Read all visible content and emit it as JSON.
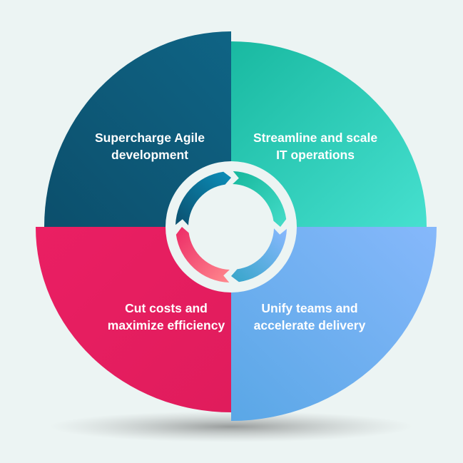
{
  "quadrants": [
    {
      "id": "top-left",
      "label": "Supercharge Agile development",
      "line1": "Supercharge Agile",
      "line2": "development",
      "color": "#0e5877"
    },
    {
      "id": "top-right",
      "label": "Streamline and scale IT operations",
      "line1": "Streamline and scale",
      "line2": "IT operations",
      "color": "#2fcab7"
    },
    {
      "id": "bottom-right",
      "label": "Unify teams and accelerate delivery",
      "line1": "Unify teams and",
      "line2": "accelerate delivery",
      "color": "#6fb0f0"
    },
    {
      "id": "bottom-left",
      "label": "Cut costs and maximize efficiency",
      "line1": "Cut costs and",
      "line2": "maximize efficiency",
      "color": "#e81f63"
    }
  ]
}
